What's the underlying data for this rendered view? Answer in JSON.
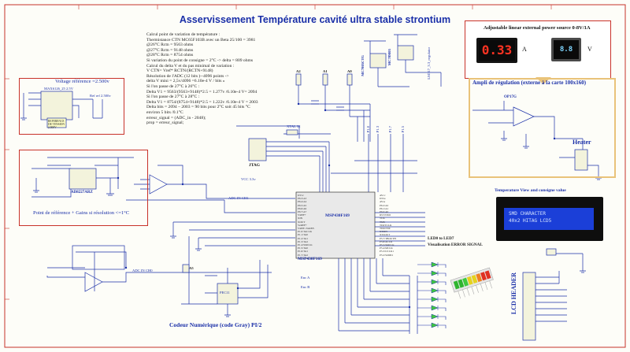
{
  "sheet": {
    "title": "Asservissement Température cavité ultra stable strontium"
  },
  "notes": [
    "Calcul point de variation de température :",
    "Thermistance CTN MC65F103B avec un Beta 25/100 = 3981",
    "@26°C Rctn = 9563 ohms",
    "@27°C Rctn = 9148 ohms",
    "@28°C Rctn = 8754 ohms",
    "Si variation du point de consigne = 2°C -> delta = 809 ohms",
    "Calcul du delta V et du pas minimal de variation :",
    "V CTN= Vref* RCTN/(RCTN+9148)",
    "Résolution de l'ADC (12 bits )--4096 points ->",
    "delta V mini = 2,5v/4096 =6.10e-4 V / bits »",
    "Si l'on passe de 27°C à 26°C :",
    "Delta V1 =  9563/(9563+9148)*2.5 = 1.277v /6.10e-4 V= 2094",
    "Si l'on passe de 27°C à 28°C :",
    "Delta V1 =  8754/(8754+9148)*2.5 = 1.222v /6.10e-4 V = 2003",
    "Delta bits = 2094 – 2003 = 90 bits pour 2°C soit 45 bits °C",
    "environ 5 bits /0.1°C",
    "erreur_signal = (ADC_in - 2048);",
    "prop = erreur_signal;"
  ],
  "blocks": {
    "vref": {
      "title": "Voltage référence =2.500v",
      "part": "MAX6126_25 2.5V",
      "sub": "REFERENCE DE TENSION 2.500V",
      "out": "Ref ref 2.500v"
    },
    "setpoint": {
      "title": "Point de référence + Gains si résolution <=1°C",
      "part": "AD8227ARZ"
    },
    "power": {
      "title": "Adjustable linear external power source 0-8V/1A",
      "amp_value": "0.33",
      "amp_unit": "A",
      "volt_value": "8.8",
      "volt_unit": "V"
    },
    "regulation": {
      "title": "Ampli de régulation (externe à la carte 100x160)",
      "opamp": "OP17G",
      "heater": "Heater"
    },
    "encoder": {
      "title": "Codeur Numérique (code Gray) PI/2",
      "part": "PEC11"
    },
    "lcd": {
      "title": "Temperature View and consigne value",
      "line1": "SMD CHARACTER",
      "line2": "40x2  HITAG LCD5",
      "header": "LCD HEADER"
    },
    "leds": {
      "title": "LED0 to LED7",
      "subtitle": "Visualisation ERROR SIGNAL"
    },
    "mcu": {
      "name": "MSP430F169",
      "name2": "MSP430F169"
    },
    "jtag": {
      "label": "JTAG"
    }
  },
  "components": {
    "reg1": "MC7805CTG",
    "reg2": "MC78M05",
    "reg3": "LM317_3.3_regulator",
    "adc_net": "ADC IN CH1",
    "adc_net2": "ADC IN CH0",
    "vcc": "VCC 3.3v",
    "a_labels": [
      "A2",
      "A1",
      "A0",
      "A5"
    ],
    "ports": [
      "P1.0",
      "P1.3",
      "P1.7",
      "P1.5"
    ],
    "xtal": "XTAL 32",
    "codeur_nets": [
      "Enc A",
      "Enc B"
    ],
    "pins_left": [
      "DVcc",
      "P6.3/A3",
      "P6.4/A4",
      "P6.5/A5",
      "P6.6/A6",
      "P6.7/A7",
      "VREF+",
      "XIN",
      "XOUT",
      "VeREF+",
      "VREF-/VeREF-",
      "P1.0/TACLK",
      "P1.1/TA0",
      "P1.2/TA1",
      "P1.3/TA2",
      "P1.4/SMCLK",
      "P1.5/TA0",
      "P1.6/TA1",
      "P1.7/TA2"
    ],
    "pins_right": [
      "AVcc",
      "DVss",
      "AVss",
      "P6.2/A2",
      "P6.1/A1",
      "P6.0/A0",
      "RST/NMI",
      "TCK",
      "TMS",
      "TDI/TCLK",
      "TDO/TDI",
      "XT2IN",
      "XT2OUT",
      "P5.7/TBOUTH",
      "P5.6/ACLK",
      "P5.5/SMCLK",
      "P5.4/MCLK",
      "P5.3/UCLK1",
      "P5.2/SOMI1"
    ]
  },
  "colors": {
    "wire": "#1a2fa8",
    "border": "#c8322a",
    "box_fill": "#ffffc8",
    "title": "#1a2fa8"
  }
}
